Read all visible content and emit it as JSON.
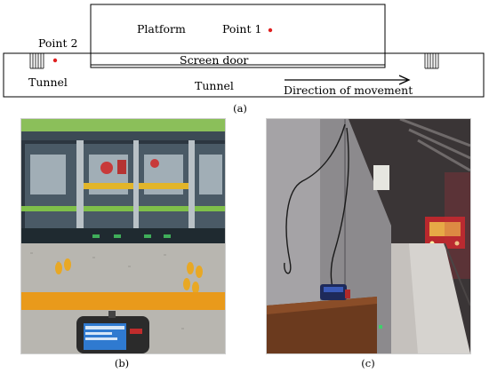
{
  "diagram": {
    "platform_label": "Platform",
    "point1_label": "Point 1",
    "point2_label": "Point 2",
    "screen_door_label": "Screen door",
    "tunnel_left_label": "Tunnel",
    "tunnel_center_label": "Tunnel",
    "direction_label": "Direction of movement",
    "point_color": "#e02020"
  },
  "captions": {
    "a": "(a)",
    "b": "(b)",
    "c": "(c)"
  },
  "photos": {
    "b_subject": "platform-screen-door-with-meter",
    "c_subject": "tunnel-wall-with-sensor"
  }
}
